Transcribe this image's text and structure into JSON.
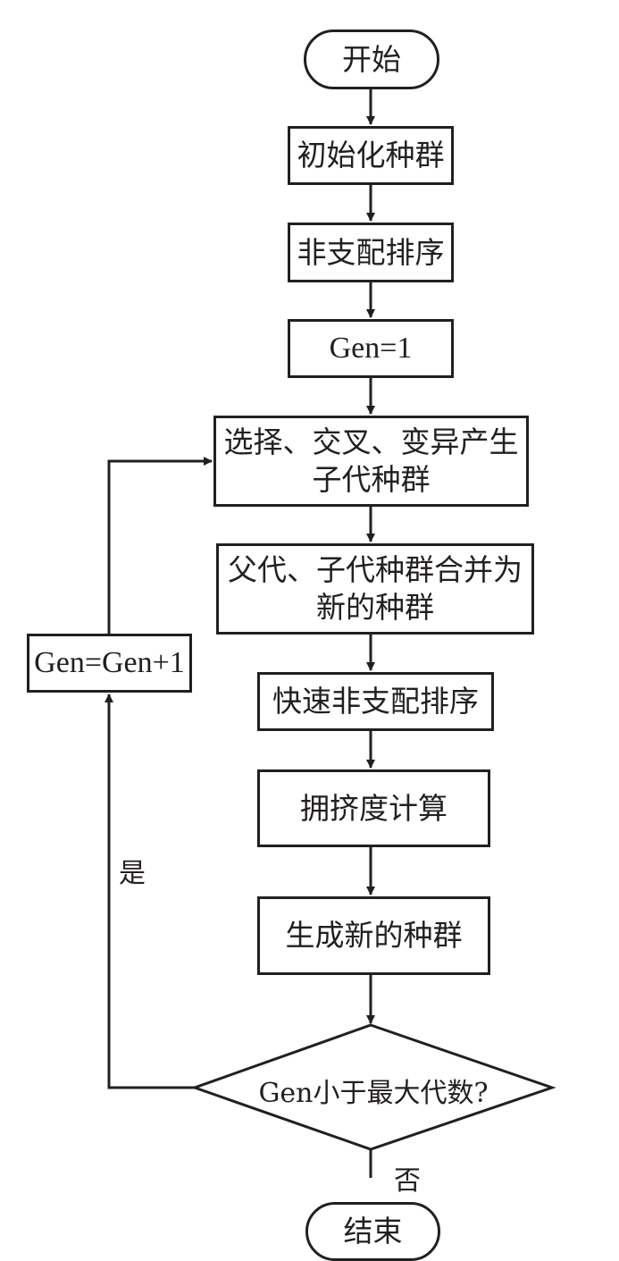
{
  "diagram": {
    "type": "flowchart",
    "nodes": {
      "start": "开始",
      "init_population": "初始化种群",
      "non_dominated_sort": "非支配排序",
      "gen_init": "Gen=1",
      "select_cross_mutate": "选择、交叉、变异产生子代种群",
      "merge_population": "父代、子代种群合并为新的种群",
      "fast_non_dominated_sort": "快速非支配排序",
      "crowding_distance": "拥挤度计算",
      "generate_new_population": "生成新的种群",
      "decision": "Gen小于最大代数?",
      "gen_increment": "Gen=Gen+1",
      "end": "结束"
    },
    "lines": {
      "select_line1": "选择、交叉、变异产生",
      "select_line2": "子代种群",
      "merge_line1": "父代、子代种群合并为",
      "merge_line2": "新的种群"
    },
    "edge_labels": {
      "yes": "是",
      "no": "否"
    },
    "edges": [
      {
        "from": "start",
        "to": "init_population"
      },
      {
        "from": "init_population",
        "to": "non_dominated_sort"
      },
      {
        "from": "non_dominated_sort",
        "to": "gen_init"
      },
      {
        "from": "gen_init",
        "to": "select_cross_mutate"
      },
      {
        "from": "select_cross_mutate",
        "to": "merge_population"
      },
      {
        "from": "merge_population",
        "to": "fast_non_dominated_sort"
      },
      {
        "from": "fast_non_dominated_sort",
        "to": "crowding_distance"
      },
      {
        "from": "crowding_distance",
        "to": "generate_new_population"
      },
      {
        "from": "generate_new_population",
        "to": "decision"
      },
      {
        "from": "decision",
        "to": "gen_increment",
        "label": "是"
      },
      {
        "from": "gen_increment",
        "to": "select_cross_mutate"
      },
      {
        "from": "decision",
        "to": "end",
        "label": "否"
      }
    ]
  }
}
